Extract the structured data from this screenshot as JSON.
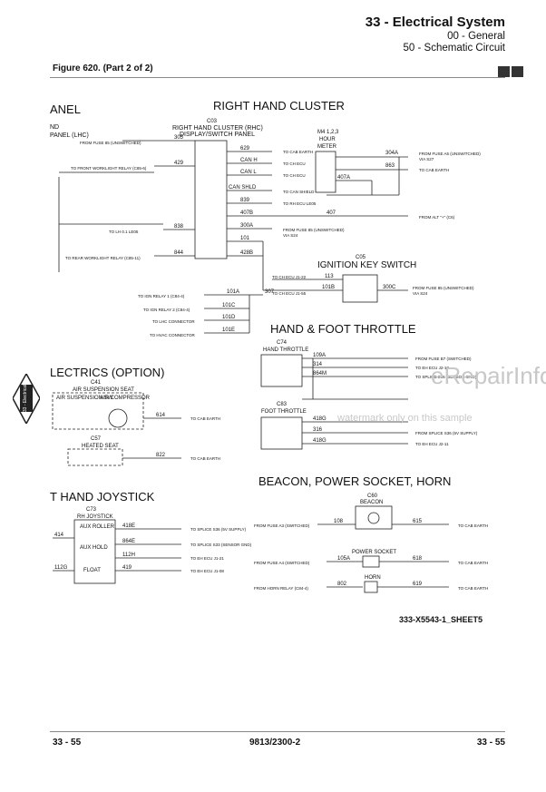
{
  "header": {
    "title": "33 - Electrical System",
    "sub1": "00 - General",
    "sub2": "50 - Schematic Circuit"
  },
  "figure_caption": "Figure 620. (Part 2 of 2)",
  "footer": {
    "left": "33 - 55",
    "center": "9813/2300-2",
    "right": "33 - 55"
  },
  "watermark": {
    "site": "eRepairInfo.com",
    "note": "watermark only on this sample"
  },
  "drawing_id": "333-X5543-1_SHEET5",
  "sections": {
    "right_hand_cluster": "RIGHT HAND CLUSTER",
    "ignition": "IGNITION KEY SWITCH",
    "throttle": "HAND & FOOT THROTTLE",
    "electrics": "LECTRICS (OPTION)",
    "beacon": "BEACON, POWER SOCKET, HORN",
    "joystick": "T HAND JOYSTICK",
    "panel_left": "ANEL",
    "panel_nd": "ND",
    "panel_lhc": "PANEL (LHC)"
  },
  "components": {
    "rhc": [
      "C03",
      "RIGHT HAND CLUSTER (RHC)",
      "DISPLAY/SWITCH PANEL"
    ],
    "hour_meter": [
      "M4 1,2,3",
      "HOUR",
      "METER"
    ],
    "ign": "C05",
    "hand_throttle": [
      "C74",
      "HAND THROTTLE"
    ],
    "foot_throttle": [
      "C83",
      "FOOT THROTTLE"
    ],
    "air_seat": [
      "C41",
      "AIR SUSPENSION SEAT",
      "AIR SUSPENSION SW",
      "AIR COMPRESSOR"
    ],
    "heated_seat": [
      "C57",
      "HEATED SEAT"
    ],
    "rh_joystick": [
      "C73",
      "RH JOYSTICK",
      "AUX ROLLER",
      "AUX HOLD",
      "FLOAT"
    ],
    "beacon": [
      "C60",
      "BEACON"
    ],
    "power_socket": "POWER SOCKET",
    "horn": "HORN"
  },
  "wires": {
    "rhc_left": [
      "305",
      "429",
      "838",
      "844"
    ],
    "rhc_right": [
      "629",
      "CAN H",
      "CAN L",
      "CAN SHLD",
      "839",
      "407B",
      "300A",
      "101",
      "428B"
    ],
    "hour": [
      "304A",
      "863",
      "407A",
      "407"
    ],
    "ign": [
      "113",
      "101B",
      "300C"
    ],
    "relays": [
      "101A",
      "101C",
      "101D",
      "101E",
      "307"
    ],
    "hand": [
      "109A",
      "314",
      "864M"
    ],
    "foot": [
      "418G",
      "316",
      "418G"
    ],
    "seat": [
      "614",
      "822"
    ],
    "joy": [
      "414",
      "418E",
      "864E",
      "112H",
      "112G",
      "419"
    ],
    "beacon": [
      "108",
      "615",
      "105A",
      "618",
      "802",
      "619"
    ]
  },
  "destinations": {
    "rhc": [
      "FROM FUSE 85 (UNSWITCHED)",
      "TO FRONT WORKLIGHT RELAY (C85-6)",
      "TO LH 0.1 LE05",
      "TO REAR WORKLIGHT RELAY (C85-11)"
    ],
    "rhc_r": [
      "TO CAB EARTH",
      "TO CH ECU",
      "TO CH ECU",
      "TO CAN SHIELD",
      "TO RH ECU LE05",
      "FROM FUSE 85 (UNSWITCHED)",
      "VIA S24"
    ],
    "hour": [
      "FROM FUSE A5 (UNSWITCHED)",
      "VIA S27",
      "TO CAB EARTH",
      "FROM ALT \"+\" (C6)"
    ],
    "ign": [
      "TO CH ECU J1-22",
      "TO CH ECU J1-55",
      "FROM FUSE 85 (UNSWITCHED)",
      "VIA S24"
    ],
    "relays": [
      "TO IGN RELAY 1 (C84-4)",
      "TO IGN RELAY 2 (C84-4)",
      "TO LHC CONNECTOR",
      "TO HVAC CONNECTOR"
    ],
    "throttle": [
      "FROM FUSE B7 (SWITCHED)",
      "TO EH ECU J2-13",
      "TO SPLICE S36 (SENSOR GND)",
      "FROM SPLICE S36 (5V SUPPLY)",
      "TO EH ECU J2-11"
    ],
    "seat": [
      "TO CAB EARTH",
      "TO CAB EARTH"
    ],
    "joy": [
      "TO SPLICE S36 (5V SUPPLY)",
      "TO SPLICE S33 (SENSOR GND)",
      "TO EH ECU J1-21",
      "TO EH ECU J1-08"
    ],
    "beacon": [
      "FROM FUSE A3 (SWITCHED)",
      "TO CAB EARTH",
      "FROM FUSE A4 (SWITCHED)",
      "TO CAB EARTH",
      "FROM HORN RELAY (C84-4)",
      "TO CAB EARTH"
    ]
  },
  "side_tab_text": "33 - Electrical",
  "colors": {
    "line": "#222222",
    "watermark": "#bfbfbf"
  }
}
